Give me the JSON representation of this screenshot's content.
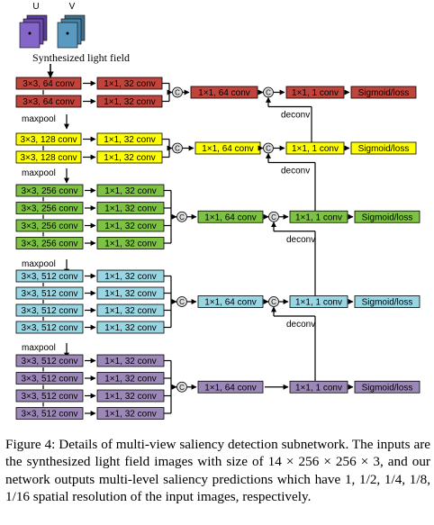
{
  "figure": {
    "uv_labels": [
      "U",
      "V"
    ],
    "input_label": "Synthesized light field",
    "maxpool_label": "maxpool",
    "concat_symbol": "C",
    "deconv_label": "deconv",
    "stages": [
      {
        "color": "#c0443c",
        "conv_label": "3×3, 64 conv",
        "reduce_label": "1×1, 32 conv",
        "merge_label": "1×1, 64 conv",
        "out_conv_label": "1×1, 1 conv",
        "out_label": "Sigmoid/loss",
        "rows": 2
      },
      {
        "color": "#ffff00",
        "conv_label": "3×3, 128 conv",
        "reduce_label": "1×1, 32 conv",
        "merge_label": "1×1, 64 conv",
        "out_conv_label": "1×1, 1 conv",
        "out_label": "Sigmoid/loss",
        "rows": 2
      },
      {
        "color": "#7dc242",
        "conv_label": "3×3, 256 conv",
        "reduce_label": "1×1, 32 conv",
        "merge_label": "1×1, 64 conv",
        "out_conv_label": "1×1, 1 conv",
        "out_label": "Sigmoid/loss",
        "rows": 4
      },
      {
        "color": "#99d6e3",
        "conv_label": "3×3, 512 conv",
        "reduce_label": "1×1, 32 conv",
        "merge_label": "1×1, 64 conv",
        "out_conv_label": "1×1, 1 conv",
        "out_label": "Sigmoid/loss",
        "rows": 4
      },
      {
        "color": "#9c88b8",
        "conv_label": "3×3, 512 conv",
        "reduce_label": "1×1, 32 conv",
        "merge_label": "1×1, 64 conv",
        "out_conv_label": "1×1, 1 conv",
        "out_label": "Sigmoid/loss",
        "rows": 4
      }
    ]
  },
  "caption": "Figure 4: Details of multi-view saliency detection subnetwork. The inputs are the synthesized light field images with size of 14 × 256 × 256 × 3, and our network outputs multi-level saliency predictions which have 1, 1/2, 1/4, 1/8, 1/16 spatial resolution of the input images, respectively."
}
